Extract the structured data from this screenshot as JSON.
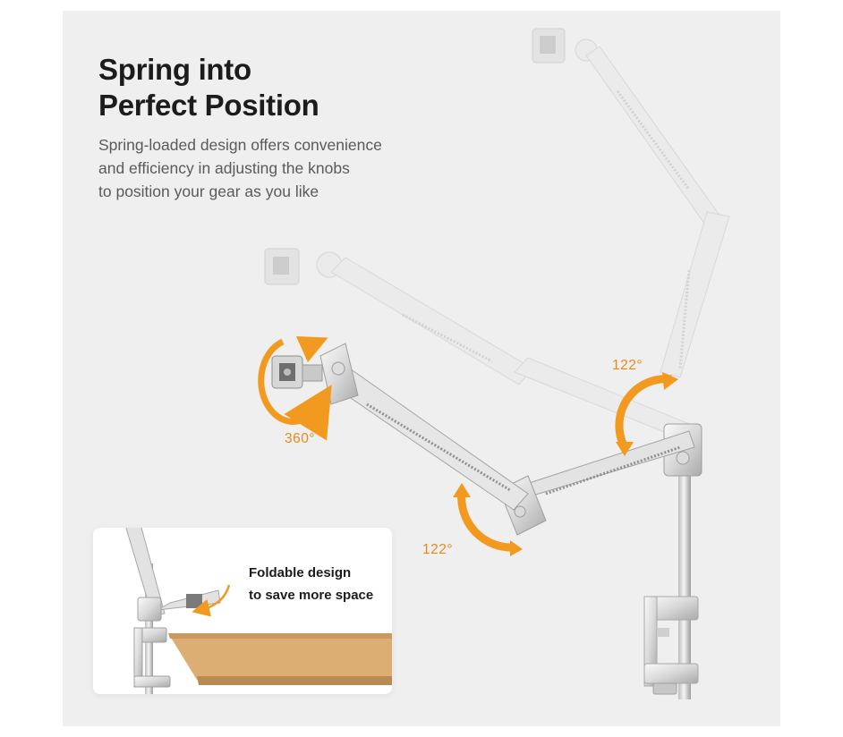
{
  "headline": {
    "line1": "Spring into",
    "line2": "Perfect Position"
  },
  "subtitle": {
    "line1": "Spring-loaded design offers convenience",
    "line2": "and efficiency in adjusting the knobs",
    "line3": "to position your gear as you like"
  },
  "angles": {
    "mount_rotation": "360°",
    "upper_joint": "122°",
    "lower_joint": "122°"
  },
  "inset": {
    "caption_line1": "Foldable design",
    "caption_line2": "to save more space"
  },
  "colors": {
    "background": "#efefef",
    "accent_orange": "#f29a1f",
    "heading": "#1c1c1c",
    "body_text": "#5a5a5a",
    "desk_wood": "#dcae74"
  }
}
